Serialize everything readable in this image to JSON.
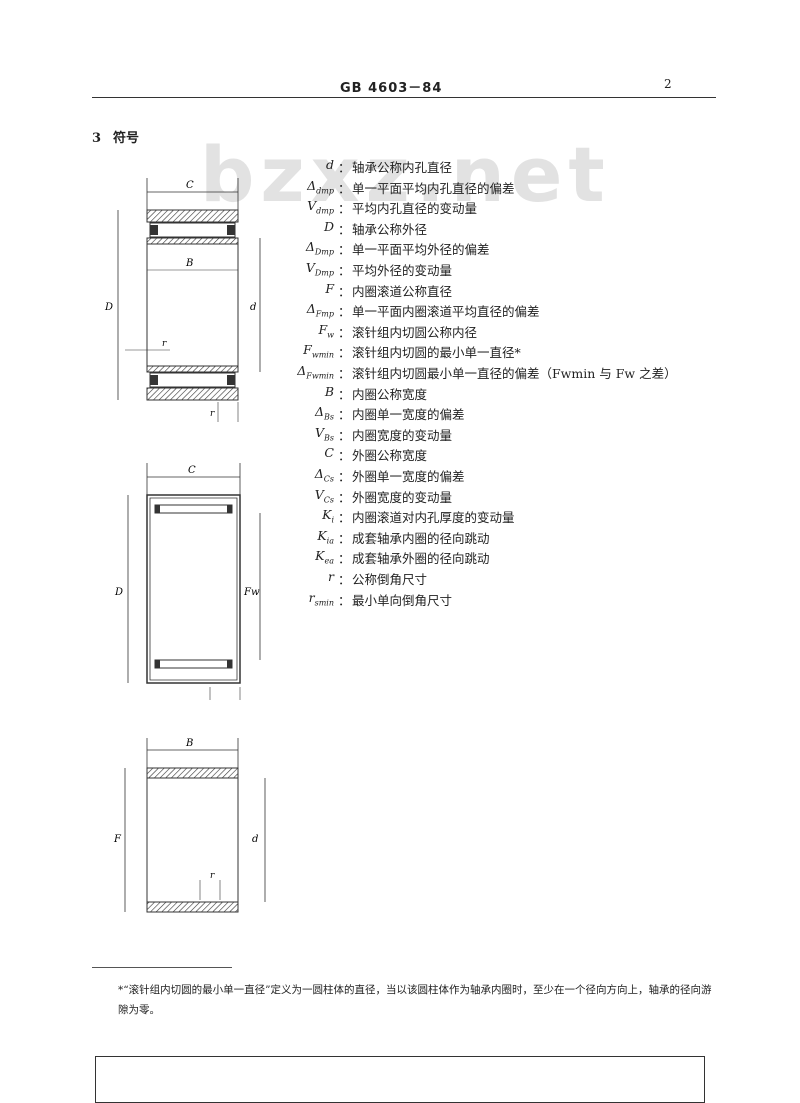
{
  "header": {
    "standard_number": "GB 4603－84",
    "page_number": "2"
  },
  "section": {
    "number": "3",
    "title": "符号"
  },
  "watermark": "bzxz.net",
  "symbols": [
    {
      "sym": "d",
      "sub": "",
      "desc": "轴承公称内孔直径"
    },
    {
      "sym": "Δ",
      "sub": "dmp",
      "desc": "单一平面平均内孔直径的偏差"
    },
    {
      "sym": "V",
      "sub": "dmp",
      "desc": "平均内孔直径的变动量"
    },
    {
      "sym": "D",
      "sub": "",
      "desc": "轴承公称外径"
    },
    {
      "sym": "Δ",
      "sub": "Dmp",
      "desc": "单一平面平均外径的偏差"
    },
    {
      "sym": "V",
      "sub": "Dmp",
      "desc": "平均外径的变动量"
    },
    {
      "sym": "F",
      "sub": "",
      "desc": "内圈滚道公称直径"
    },
    {
      "sym": "Δ",
      "sub": "Fmp",
      "desc": "单一平面内圈滚道平均直径的偏差"
    },
    {
      "sym": "F",
      "sub": "w",
      "desc": "滚针组内切圆公称内径"
    },
    {
      "sym": "F",
      "sub": "wmin",
      "desc": "滚针组内切圆的最小单一直径*"
    },
    {
      "sym": "Δ",
      "sub": "Fwmin",
      "desc": "滚针组内切圆最小单一直径的偏差（Fwmin 与 Fw 之差）"
    },
    {
      "sym": "B",
      "sub": "",
      "desc": "内圈公称宽度"
    },
    {
      "sym": "Δ",
      "sub": "Bs",
      "desc": "内圈单一宽度的偏差"
    },
    {
      "sym": "V",
      "sub": "Bs",
      "desc": "内圈宽度的变动量"
    },
    {
      "sym": "C",
      "sub": "",
      "desc": "外圈公称宽度"
    },
    {
      "sym": "Δ",
      "sub": "Cs",
      "desc": "外圈单一宽度的偏差"
    },
    {
      "sym": "V",
      "sub": "Cs",
      "desc": "外圈宽度的变动量"
    },
    {
      "sym": "K",
      "sub": "i",
      "desc": "内圈滚道对内孔厚度的变动量"
    },
    {
      "sym": "K",
      "sub": "ia",
      "desc": "成套轴承内圈的径向跳动"
    },
    {
      "sym": "K",
      "sub": "ea",
      "desc": "成套轴承外圈的径向跳动"
    },
    {
      "sym": "r",
      "sub": "",
      "desc": "公称倒角尺寸"
    },
    {
      "sym": "r",
      "sub": "smin",
      "desc": "最小单向倒角尺寸"
    }
  ],
  "figures": {
    "fig1": {
      "C": "C",
      "B": "B",
      "D": "D",
      "d": "d",
      "r1": "r",
      "r2": "r"
    },
    "fig2": {
      "C": "C",
      "D": "D",
      "Fw": "Fw"
    },
    "fig3": {
      "B": "B",
      "F": "F",
      "d": "d",
      "r": "r"
    }
  },
  "footnote": "*“滚针组内切圆的最小单一直径”定义为一圆柱体的直径，当以该圆柱体作为轴承内圈时，至少在一个径向方向上，轴承的径向游隙为零。"
}
